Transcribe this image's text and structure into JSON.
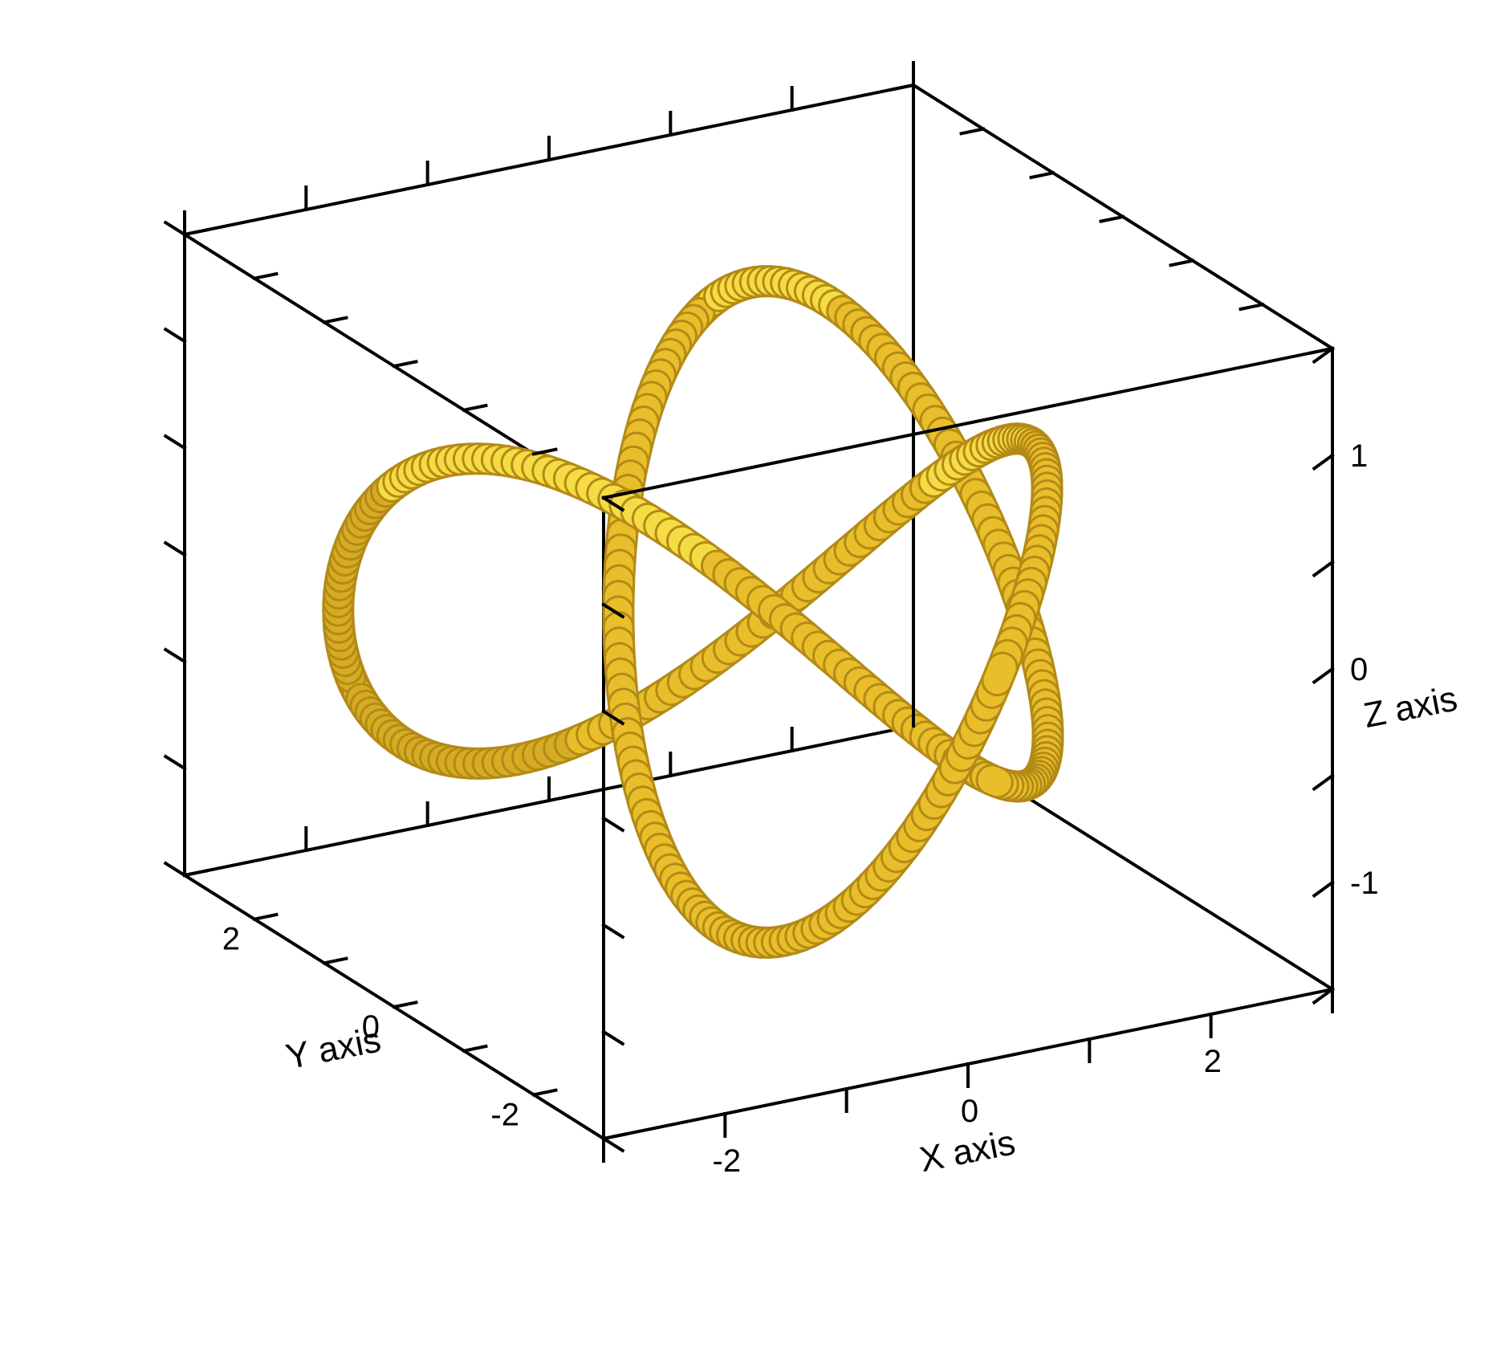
{
  "chart_data": {
    "type": "3d-line",
    "curve": "trefoil-knot",
    "parametric": {
      "x": "sin(t) + 2*sin(2t)",
      "y": "cos(t) - 2*cos(2t)",
      "z": "-sin(3t)",
      "t_range": [
        0,
        6.2832
      ]
    },
    "xlabel": "X axis",
    "ylabel": "Y axis",
    "zlabel": "Z axis",
    "xlim": [
      -3,
      3
    ],
    "ylim": [
      -3,
      3
    ],
    "zlim": [
      -1.5,
      1.5
    ],
    "xticks": [
      "-2",
      "0",
      "2"
    ],
    "xtick_values": [
      -2,
      0,
      2
    ],
    "yticks": [
      "2",
      "0",
      "-2"
    ],
    "ytick_values": [
      2,
      0,
      -2
    ],
    "zticks": [
      "1",
      "0",
      "-1"
    ],
    "ztick_values": [
      1,
      0,
      -1
    ],
    "ribbon_color": "#e8be2a",
    "ribbon_highlight": "#fff45a",
    "ribbon_shadow": "#b38a16",
    "box_color": "#000000",
    "grid": false
  }
}
